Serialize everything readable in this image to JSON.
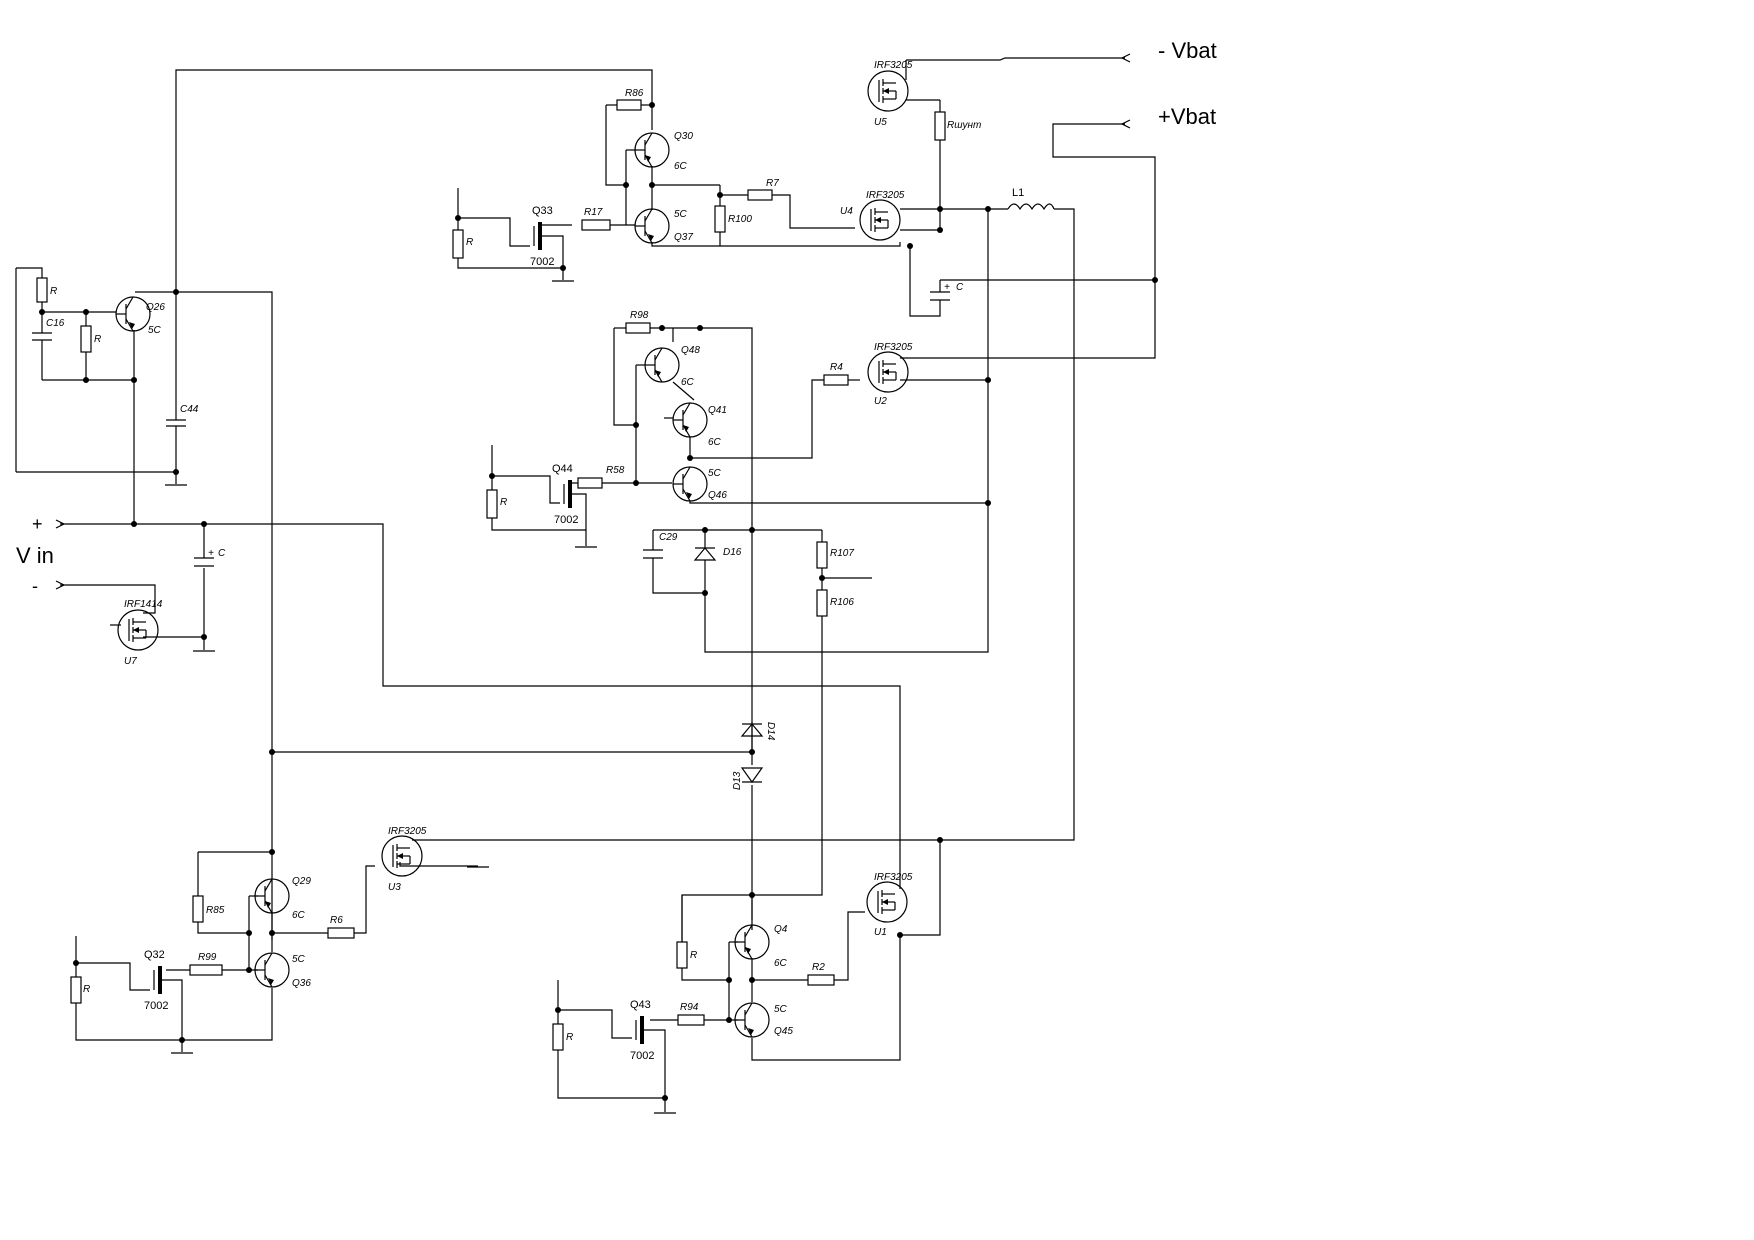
{
  "terminals": {
    "vbat_minus": "- Vbat",
    "vbat_plus": "+Vbat",
    "vin_plus": "+",
    "vin_label": "V in",
    "vin_minus": "-"
  },
  "mosfets": [
    {
      "ref": "U5",
      "part": "IRF3205"
    },
    {
      "ref": "U4",
      "part": "IRF3205"
    },
    {
      "ref": "U2",
      "part": "IRF3205"
    },
    {
      "ref": "U3",
      "part": "IRF3205"
    },
    {
      "ref": "U1",
      "part": "IRF3205"
    },
    {
      "ref": "U7",
      "part": "IRF1414"
    }
  ],
  "transistors": [
    {
      "ref": "Q30",
      "type": "6C"
    },
    {
      "ref": "Q37",
      "type": "5C"
    },
    {
      "ref": "Q26",
      "type": "5C"
    },
    {
      "ref": "Q48",
      "type": "6C"
    },
    {
      "ref": "Q41",
      "type": "6C"
    },
    {
      "ref": "Q46",
      "type": "5C"
    },
    {
      "ref": "Q29",
      "type": "6C"
    },
    {
      "ref": "Q36",
      "type": "5C"
    },
    {
      "ref": "Q4",
      "type": "6C"
    },
    {
      "ref": "Q45",
      "type": "5C"
    }
  ],
  "drivers": [
    {
      "ref": "Q33",
      "part": "7002"
    },
    {
      "ref": "Q44",
      "part": "7002"
    },
    {
      "ref": "Q32",
      "part": "7002"
    },
    {
      "ref": "Q43",
      "part": "7002"
    }
  ],
  "resistors": [
    "R86",
    "R17",
    "R7",
    "R100",
    "Rшунт",
    "R",
    "R98",
    "R58",
    "R4",
    "R107",
    "R106",
    "R85",
    "R99",
    "R6",
    "R2",
    "R94"
  ],
  "capacitors": [
    "C16",
    "C44",
    "C29",
    "C",
    "+"
  ],
  "diodes": [
    "D16",
    "D14",
    "D13"
  ],
  "inductors": [
    "L1"
  ]
}
